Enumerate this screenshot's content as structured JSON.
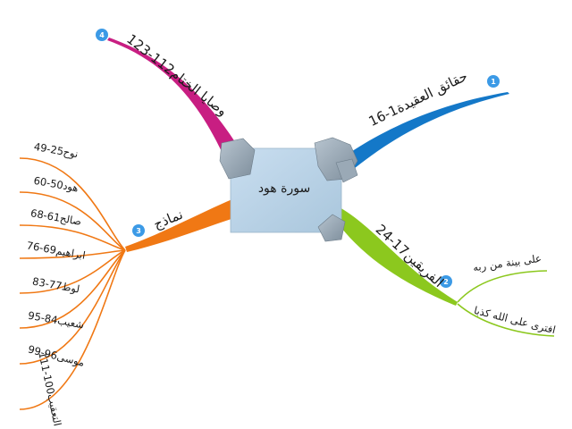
{
  "center": {
    "title": "سورة هود"
  },
  "colors": {
    "b1": "#1478c8",
    "b2": "#8cc81e",
    "b3": "#f07814",
    "b4": "#c81e82",
    "paper": "#b4d2e6",
    "badge": "#3c9ae6"
  },
  "branches": [
    {
      "num": "1",
      "label": "16-1حقائق العقيدة",
      "subs": []
    },
    {
      "num": "2",
      "label": "24-17الفريقين",
      "subs": [
        "على بينة من ربه",
        "افترى على الله كذبا"
      ]
    },
    {
      "num": "3",
      "label": "نماذج",
      "subs": [
        "49-25نوح",
        "60-50هود",
        "68-61صالح",
        "76-69ابراهيم",
        "83-77لوط",
        "95-84شعيب",
        "99-96موسى",
        "111-100التعقيب"
      ]
    },
    {
      "num": "4",
      "label": "123-112وصايا الختام",
      "subs": []
    }
  ]
}
